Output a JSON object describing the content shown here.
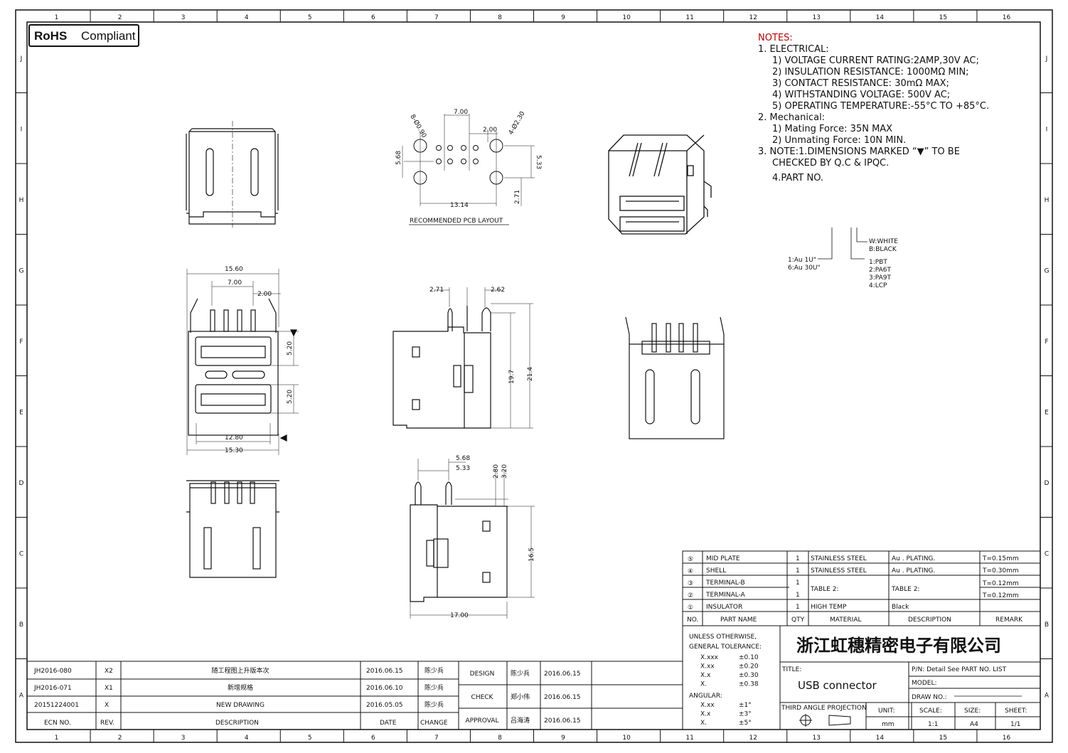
{
  "rohs": {
    "bold": "RoHS",
    "text": "Compliant"
  },
  "cols": [
    "1",
    "2",
    "3",
    "4",
    "5",
    "6",
    "7",
    "8",
    "9",
    "10",
    "11",
    "12",
    "13",
    "14",
    "15",
    "16"
  ],
  "rows": [
    "J",
    "I",
    "H",
    "G",
    "F",
    "E",
    "D",
    "C",
    "B",
    "A"
  ],
  "notes": {
    "title": "NOTES:",
    "electrical": "1. ELECTRICAL:",
    "items": [
      "1) VOLTAGE CURRENT RATING:2AMP,30V AC;",
      "2) INSULATION RESISTANCE: 1000MΩ MIN;",
      "3) CONTACT RESISTANCE: 30mΩ MAX;",
      "4) WITHSTANDING VOLTAGE: 500V AC;",
      "5) OPERATING TEMPERATURE:-55°C TO +85°C."
    ],
    "mech": "2. Mechanical:",
    "mech_items": [
      "1) Mating Force:  35N MAX",
      "2) Unmating Force:  10N MIN."
    ],
    "note3a": "3. NOTE:1.DIMENSIONS MARKED “▼” TO BE",
    "note3b": "CHECKED BY Q.C & IPQC.",
    "partno": "4.PART NO."
  },
  "part_codes": {
    "color": [
      "W:WHITE",
      "B:BLACK"
    ],
    "plating": [
      "1:Au 1U\"",
      "6:Au 30U\""
    ],
    "material": [
      "1:PBT",
      "2:PA6T",
      "3:PA9T",
      "4:LCP"
    ]
  },
  "dims": {
    "pcb_700": "7.00",
    "pcb_200": "2.00",
    "pcb_holes8": "8-Ø0.90",
    "pcb_holes4": "4-Ø2.30",
    "pcb_568": "5.68",
    "pcb_533": "5.33",
    "pcb_1314": "13.14",
    "pcb_271": "2.71",
    "pcb_caption": "RECOMMENDED PCB LAYOUT",
    "front_1560": "15.60",
    "front_700": "7.00",
    "front_200": "2.00",
    "front_520a": "5.20",
    "front_520b": "5.20",
    "front_1280": "12.80",
    "front_1530": "15.30",
    "side_271": "2.71",
    "side_262": "2.62",
    "side_197": "19.7",
    "side_214": "21.4",
    "bot_568": "5.68",
    "bot_533": "5.33",
    "bot_280": "2.80",
    "bot_320": "3.20",
    "bot_165": "16.5",
    "bot_1700": "17.00"
  },
  "bom": {
    "rows": [
      {
        "no": "⑤",
        "name": "MID PLATE",
        "qty": "1",
        "material": "STAINLESS STEEL",
        "desc": "Au . PLATING.",
        "remark": "T=0.15mm"
      },
      {
        "no": "④",
        "name": "SHELL",
        "qty": "1",
        "material": "STAINLESS STEEL",
        "desc": "Au . PLATING.",
        "remark": "T=0.30mm"
      },
      {
        "no": "③",
        "name": "TERMINAL-B",
        "qty": "1",
        "material": "TABLE 2:",
        "desc": "TABLE 2:",
        "remark": "T=0.12mm"
      },
      {
        "no": "②",
        "name": "TERMINAL-A",
        "qty": "1",
        "material": "",
        "desc": "",
        "remark": "T=0.12mm"
      },
      {
        "no": "①",
        "name": "INSULATOR",
        "qty": "1",
        "material": "HIGH TEMP",
        "desc": "Black",
        "remark": ""
      }
    ],
    "headers": {
      "no": "NO.",
      "name": "PART NAME",
      "qty": "QTY",
      "material": "MATERIAL",
      "desc": "DESCRIPTION",
      "remark": "REMARK"
    }
  },
  "tolerance": {
    "head1": "UNLESS OTHERWISE,",
    "head2": "GENERAL TOLERANCE:",
    "linear": [
      [
        "X.xxx",
        "±0.10"
      ],
      [
        "X.xx",
        "±0.20"
      ],
      [
        "X.x",
        "±0.30"
      ],
      [
        "X.",
        "±0.38"
      ]
    ],
    "angular_label": "ANGULAR:",
    "angular": [
      [
        "X.xx",
        "±1°"
      ],
      [
        "X.x",
        "±3°"
      ],
      [
        "X.",
        "±5°"
      ]
    ]
  },
  "title_block": {
    "company": "浙江虹穗精密电子有限公司",
    "title_label": "TITLE:",
    "title": "USB connector",
    "pn": "P/N: Detail  See  PART  NO.  LIST",
    "model": "MODEL:",
    "draw_no": "DRAW  NO.:",
    "projection": "THIRD  ANGLE  PROJECTION",
    "unit_label": "UNIT:",
    "unit": "mm",
    "scale_label": "SCALE:",
    "scale": "1:1",
    "size_label": "SIZE:",
    "size": "A4",
    "sheet_label": "SHEET:",
    "sheet": "1/1"
  },
  "revisions": [
    {
      "ecn": "JH2016-080",
      "rev": "X2",
      "desc": "随工程图上升版本次",
      "date": "2016.06.15",
      "change": "陈少兵"
    },
    {
      "ecn": "JH2016-071",
      "rev": "X1",
      "desc": "新增规格",
      "date": "2016.06.10",
      "change": "陈少兵"
    },
    {
      "ecn": "20151224001",
      "rev": "X",
      "desc": "NEW  DRAWING",
      "date": "2016.05.05",
      "change": "陈少兵"
    }
  ],
  "rev_headers": {
    "ecn": "ECN  NO.",
    "rev": "REV.",
    "desc": "DESCRIPTION",
    "date": "DATE",
    "change": "CHANGE"
  },
  "approvals": [
    {
      "role": "DESIGN",
      "name": "陈少兵",
      "date": "2016.06.15"
    },
    {
      "role": "CHECK",
      "name": "郑小伟",
      "date": "2016.06.15"
    },
    {
      "role": "APPROVAL",
      "name": "吕海涛",
      "date": "2016.06.15"
    }
  ]
}
